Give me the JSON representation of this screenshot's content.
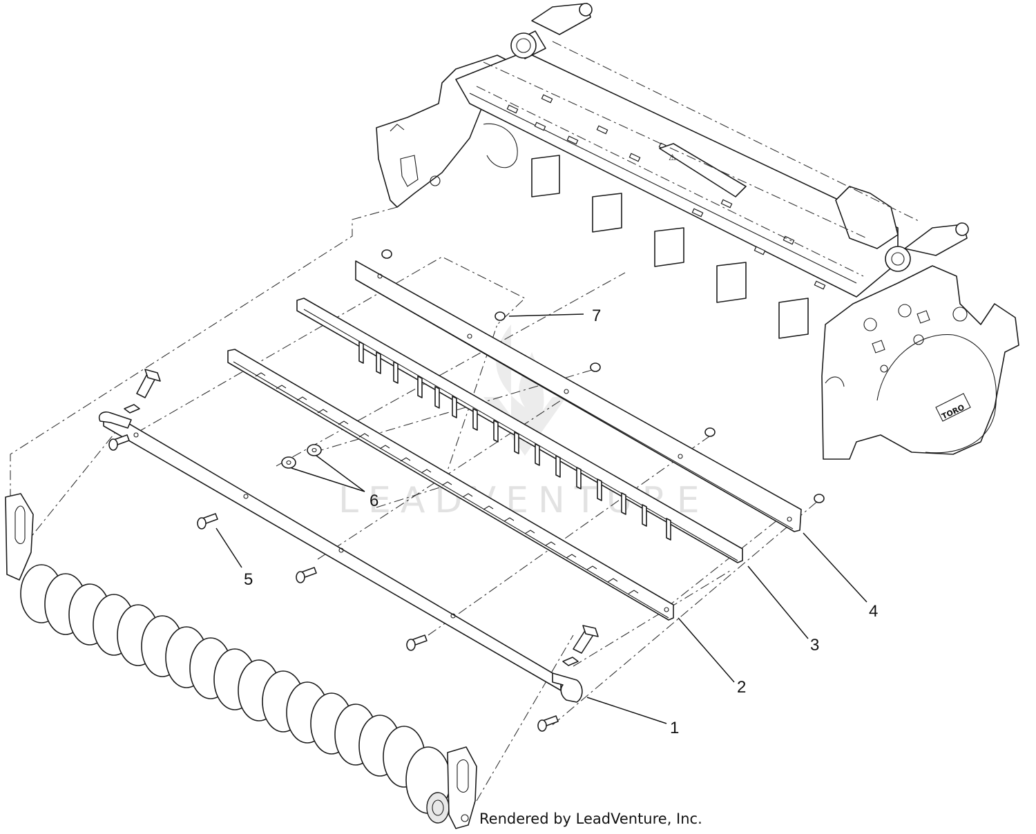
{
  "watermark": {
    "text": "LEADVENTURE"
  },
  "brand_label": "TORO",
  "credit": "Rendered by LeadVenture, Inc.",
  "callouts": [
    {
      "id": "1",
      "label": "1"
    },
    {
      "id": "2",
      "label": "2"
    },
    {
      "id": "3",
      "label": "3"
    },
    {
      "id": "4",
      "label": "4"
    },
    {
      "id": "5",
      "label": "5"
    },
    {
      "id": "6",
      "label": "6"
    },
    {
      "id": "7",
      "label": "7"
    }
  ]
}
